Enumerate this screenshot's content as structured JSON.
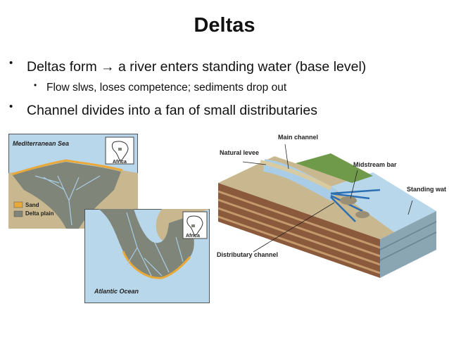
{
  "slide": {
    "title": "Deltas",
    "bullets": [
      {
        "prefix": "Deltas form",
        "arrow": "→",
        "suffix": "a river enters standing water (base level)"
      },
      {
        "text": "Channel divides into a fan of small distributaries"
      }
    ],
    "sub_bullet": "Flow slws, loses competence; sediments drop out"
  },
  "map_nile": {
    "sea_label": "Mediterranean Sea",
    "inset_label": "Africa",
    "legend": [
      {
        "label": "Sand",
        "color": "#e8a93a"
      },
      {
        "label": "Delta plain",
        "color": "#7f8578"
      }
    ]
  },
  "map_niger": {
    "ocean_label": "Atlantic Ocean",
    "inset_label": "Africa"
  },
  "diagram": {
    "labels": {
      "main_channel": "Main channel",
      "natural_levee": "Natural levee",
      "midstream_bar": "Midstream bar",
      "standing_water": "Standing water",
      "distributary_channel": "Distributary channel"
    }
  },
  "colors": {
    "water": "#b9d7ea",
    "delta": "#7f8578",
    "sand": "#e8a93a",
    "land": "#c9b88f"
  }
}
